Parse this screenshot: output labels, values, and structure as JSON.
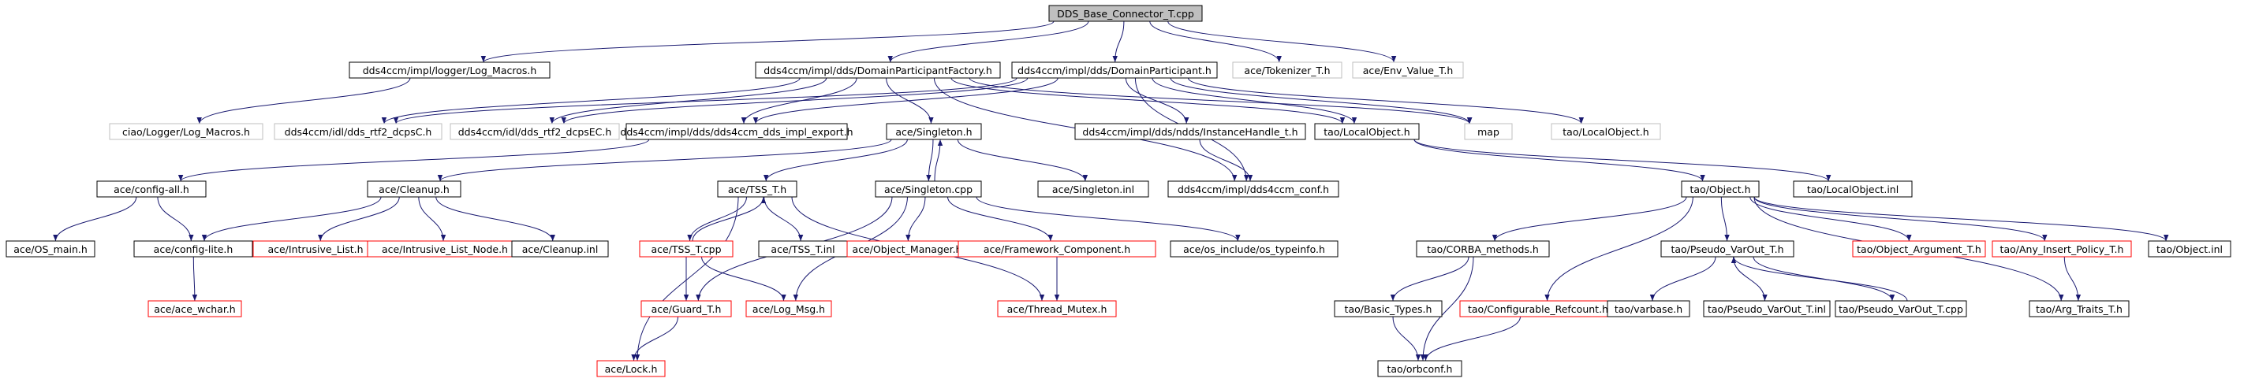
{
  "colors": {
    "edge": "#191970",
    "box_black": "#000000",
    "box_red": "#ff0000",
    "box_gray": "#bfbfbf",
    "root_fill": "#bfbfbf"
  },
  "nodes": [
    {
      "id": "root",
      "label": "DDS_Base_Connector_T.cpp",
      "style": "root"
    },
    {
      "id": "logmacros",
      "label": "dds4ccm/impl/logger/Log_Macros.h",
      "style": "black"
    },
    {
      "id": "dpf",
      "label": "dds4ccm/impl/dds/DomainParticipantFactory.h",
      "style": "black"
    },
    {
      "id": "dp",
      "label": "dds4ccm/impl/dds/DomainParticipant.h",
      "style": "black"
    },
    {
      "id": "tokenizer",
      "label": "ace/Tokenizer_T.h",
      "style": "gray"
    },
    {
      "id": "envvalue",
      "label": "ace/Env_Value_T.h",
      "style": "gray"
    },
    {
      "id": "ciaolog",
      "label": "ciao/Logger/Log_Macros.h",
      "style": "gray"
    },
    {
      "id": "dcpsc",
      "label": "dds4ccm/idl/dds_rtf2_dcpsC.h",
      "style": "gray"
    },
    {
      "id": "dcpsec",
      "label": "dds4ccm/idl/dds_rtf2_dcpsEC.h",
      "style": "gray"
    },
    {
      "id": "implexport",
      "label": "dds4ccm/impl/dds/dds4ccm_dds_impl_export.h",
      "style": "black"
    },
    {
      "id": "singleton",
      "label": "ace/Singleton.h",
      "style": "black"
    },
    {
      "id": "instancehandle",
      "label": "dds4ccm/impl/dds/ndds/InstanceHandle_t.h",
      "style": "black"
    },
    {
      "id": "localobject",
      "label": "tao/LocalObject.h",
      "style": "black"
    },
    {
      "id": "map",
      "label": "map",
      "style": "gray"
    },
    {
      "id": "taolocalobject",
      "label": "tao/LocalObject.h",
      "style": "gray"
    },
    {
      "id": "configall",
      "label": "ace/config-all.h",
      "style": "black"
    },
    {
      "id": "cleanup",
      "label": "ace/Cleanup.h",
      "style": "black"
    },
    {
      "id": "tss",
      "label": "ace/TSS_T.h",
      "style": "black"
    },
    {
      "id": "singletoncpp",
      "label": "ace/Singleton.cpp",
      "style": "black"
    },
    {
      "id": "singletoninl",
      "label": "ace/Singleton.inl",
      "style": "black"
    },
    {
      "id": "ddsconf",
      "label": "dds4ccm/impl/dds4ccm_conf.h",
      "style": "black"
    },
    {
      "id": "object",
      "label": "tao/Object.h",
      "style": "black"
    },
    {
      "id": "localobjectinl",
      "label": "tao/LocalObject.inl",
      "style": "black"
    },
    {
      "id": "osmain",
      "label": "ace/OS_main.h",
      "style": "black"
    },
    {
      "id": "configlite",
      "label": "ace/config-lite.h",
      "style": "black"
    },
    {
      "id": "intrusivelist",
      "label": "ace/Intrusive_List.h",
      "style": "red"
    },
    {
      "id": "intrusivelistnode",
      "label": "ace/Intrusive_List_Node.h",
      "style": "red"
    },
    {
      "id": "cleanupinl",
      "label": "ace/Cleanup.inl",
      "style": "black"
    },
    {
      "id": "tsscpp",
      "label": "ace/TSS_T.cpp",
      "style": "red"
    },
    {
      "id": "tssinl",
      "label": "ace/TSS_T.inl",
      "style": "black"
    },
    {
      "id": "objectmanager",
      "label": "ace/Object_Manager.h",
      "style": "red"
    },
    {
      "id": "framework",
      "label": "ace/Framework_Component.h",
      "style": "red"
    },
    {
      "id": "ostypeinfo",
      "label": "ace/os_include/os_typeinfo.h",
      "style": "black"
    },
    {
      "id": "corbamethods",
      "label": "tao/CORBA_methods.h",
      "style": "black"
    },
    {
      "id": "pseudovarout",
      "label": "tao/Pseudo_VarOut_T.h",
      "style": "black"
    },
    {
      "id": "objectargument",
      "label": "tao/Object_Argument_T.h",
      "style": "red"
    },
    {
      "id": "anyinsert",
      "label": "tao/Any_Insert_Policy_T.h",
      "style": "red"
    },
    {
      "id": "objectinl",
      "label": "tao/Object.inl",
      "style": "black"
    },
    {
      "id": "acewchar",
      "label": "ace/ace_wchar.h",
      "style": "red"
    },
    {
      "id": "guard",
      "label": "ace/Guard_T.h",
      "style": "red"
    },
    {
      "id": "logmsg",
      "label": "ace/Log_Msg.h",
      "style": "red"
    },
    {
      "id": "threadmutex",
      "label": "ace/Thread_Mutex.h",
      "style": "red"
    },
    {
      "id": "basictypes",
      "label": "tao/Basic_Types.h",
      "style": "black"
    },
    {
      "id": "configrefcount",
      "label": "tao/Configurable_Refcount.h",
      "style": "red"
    },
    {
      "id": "varbase",
      "label": "tao/varbase.h",
      "style": "black"
    },
    {
      "id": "pseudovaroutinl",
      "label": "tao/Pseudo_VarOut_T.inl",
      "style": "black"
    },
    {
      "id": "pseudovaroutcpp",
      "label": "tao/Pseudo_VarOut_T.cpp",
      "style": "black"
    },
    {
      "id": "argtraits",
      "label": "tao/Arg_Traits_T.h",
      "style": "black"
    },
    {
      "id": "acelock",
      "label": "ace/Lock.h",
      "style": "red"
    },
    {
      "id": "orbconf",
      "label": "tao/orbconf.h",
      "style": "black"
    }
  ],
  "edges": [
    [
      "root",
      "logmacros"
    ],
    [
      "root",
      "dpf"
    ],
    [
      "root",
      "dp"
    ],
    [
      "root",
      "tokenizer"
    ],
    [
      "root",
      "envvalue"
    ],
    [
      "logmacros",
      "ciaolog"
    ],
    [
      "dpf",
      "dcpsc"
    ],
    [
      "dpf",
      "dcpsec"
    ],
    [
      "dpf",
      "implexport"
    ],
    [
      "dpf",
      "singleton"
    ],
    [
      "dpf",
      "localobject"
    ],
    [
      "dpf",
      "map"
    ],
    [
      "dpf",
      "ddsconf"
    ],
    [
      "dp",
      "dcpsc"
    ],
    [
      "dp",
      "dcpsec"
    ],
    [
      "dp",
      "implexport"
    ],
    [
      "dp",
      "instancehandle"
    ],
    [
      "dp",
      "localobject"
    ],
    [
      "dp",
      "map"
    ],
    [
      "dp",
      "taolocalobject"
    ],
    [
      "dp",
      "ddsconf"
    ],
    [
      "implexport",
      "configall"
    ],
    [
      "singleton",
      "cleanup"
    ],
    [
      "singleton",
      "tss"
    ],
    [
      "singleton",
      "singletoncpp"
    ],
    [
      "singleton",
      "singletoninl"
    ],
    [
      "instancehandle",
      "ddsconf"
    ],
    [
      "localobject",
      "object"
    ],
    [
      "localobject",
      "localobjectinl"
    ],
    [
      "configall",
      "osmain"
    ],
    [
      "configall",
      "configlite"
    ],
    [
      "cleanup",
      "configlite"
    ],
    [
      "cleanup",
      "intrusivelist"
    ],
    [
      "cleanup",
      "intrusivelistnode"
    ],
    [
      "cleanup",
      "cleanupinl"
    ],
    [
      "configlite",
      "acewchar"
    ],
    [
      "tss",
      "tsscpp"
    ],
    [
      "tss",
      "tssinl"
    ],
    [
      "tss",
      "threadmutex"
    ],
    [
      "tss",
      "acelock"
    ],
    [
      "tsscpp",
      "tss"
    ],
    [
      "tsscpp",
      "guard"
    ],
    [
      "tsscpp",
      "logmsg"
    ],
    [
      "singletoncpp",
      "singleton"
    ],
    [
      "singletoncpp",
      "guard"
    ],
    [
      "singletoncpp",
      "logmsg"
    ],
    [
      "singletoncpp",
      "objectmanager"
    ],
    [
      "singletoncpp",
      "framework"
    ],
    [
      "singletoncpp",
      "ostypeinfo"
    ],
    [
      "framework",
      "threadmutex"
    ],
    [
      "guard",
      "acelock"
    ],
    [
      "object",
      "corbamethods"
    ],
    [
      "object",
      "pseudovarout"
    ],
    [
      "object",
      "objectargument"
    ],
    [
      "object",
      "anyinsert"
    ],
    [
      "object",
      "objectinl"
    ],
    [
      "object",
      "configrefcount"
    ],
    [
      "object",
      "argtraits"
    ],
    [
      "corbamethods",
      "basictypes"
    ],
    [
      "corbamethods",
      "orbconf"
    ],
    [
      "basictypes",
      "orbconf"
    ],
    [
      "configrefcount",
      "orbconf"
    ],
    [
      "pseudovarout",
      "varbase"
    ],
    [
      "pseudovarout",
      "pseudovaroutinl"
    ],
    [
      "pseudovarout",
      "pseudovaroutcpp"
    ],
    [
      "pseudovaroutcpp",
      "pseudovarout"
    ],
    [
      "anyinsert",
      "argtraits"
    ]
  ]
}
